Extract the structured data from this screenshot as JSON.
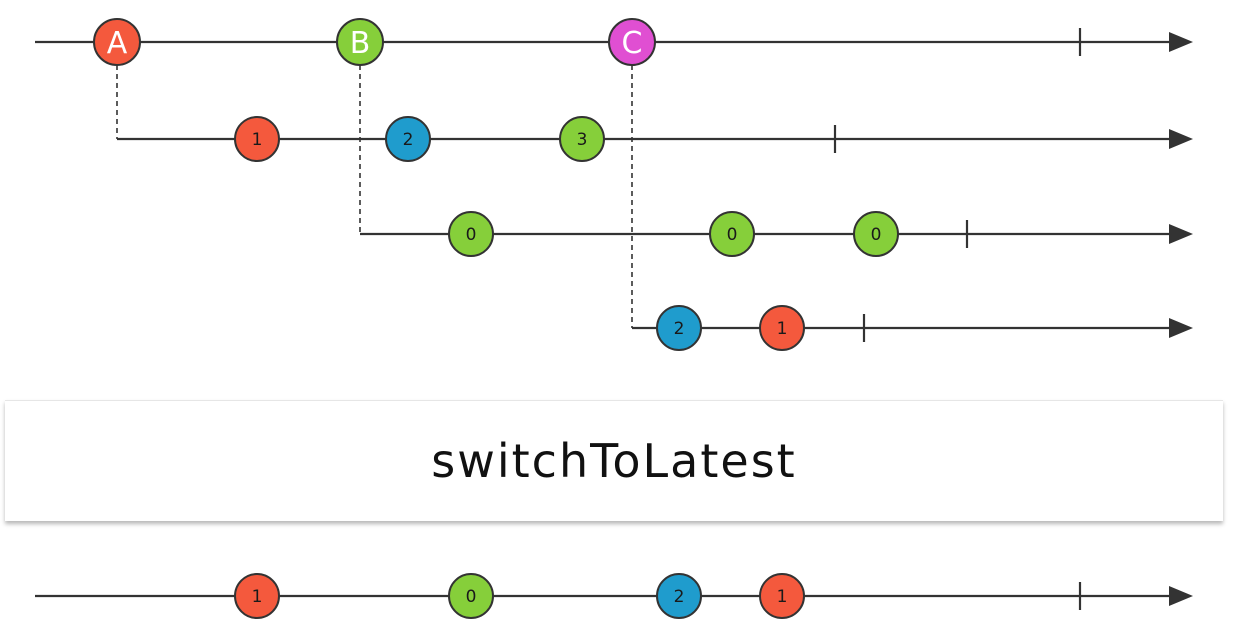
{
  "colors": {
    "red": "#f4593d",
    "green": "#86cf3a",
    "blue": "#1f9ccd",
    "magenta": "#e04fd2",
    "line": "#333333",
    "box_shadow": "#c8c8c8"
  },
  "operator": {
    "label": "switchToLatest"
  },
  "timelines": [
    {
      "id": "outer",
      "events": [
        {
          "label": "A",
          "color": "red"
        },
        {
          "label": "B",
          "color": "green"
        },
        {
          "label": "C",
          "color": "magenta"
        }
      ],
      "completed": true
    },
    {
      "id": "inner-a",
      "source": "A",
      "events": [
        {
          "label": "1",
          "color": "red"
        },
        {
          "label": "2",
          "color": "blue"
        },
        {
          "label": "3",
          "color": "green"
        }
      ],
      "completed": true
    },
    {
      "id": "inner-b",
      "source": "B",
      "events": [
        {
          "label": "0",
          "color": "green"
        },
        {
          "label": "0",
          "color": "green"
        },
        {
          "label": "0",
          "color": "green"
        }
      ],
      "completed": true
    },
    {
      "id": "inner-c",
      "source": "C",
      "events": [
        {
          "label": "2",
          "color": "blue"
        },
        {
          "label": "1",
          "color": "red"
        }
      ],
      "completed": true
    },
    {
      "id": "output",
      "events": [
        {
          "label": "1",
          "color": "red"
        },
        {
          "label": "0",
          "color": "green"
        },
        {
          "label": "2",
          "color": "blue"
        },
        {
          "label": "1",
          "color": "red"
        }
      ],
      "completed": true
    }
  ]
}
